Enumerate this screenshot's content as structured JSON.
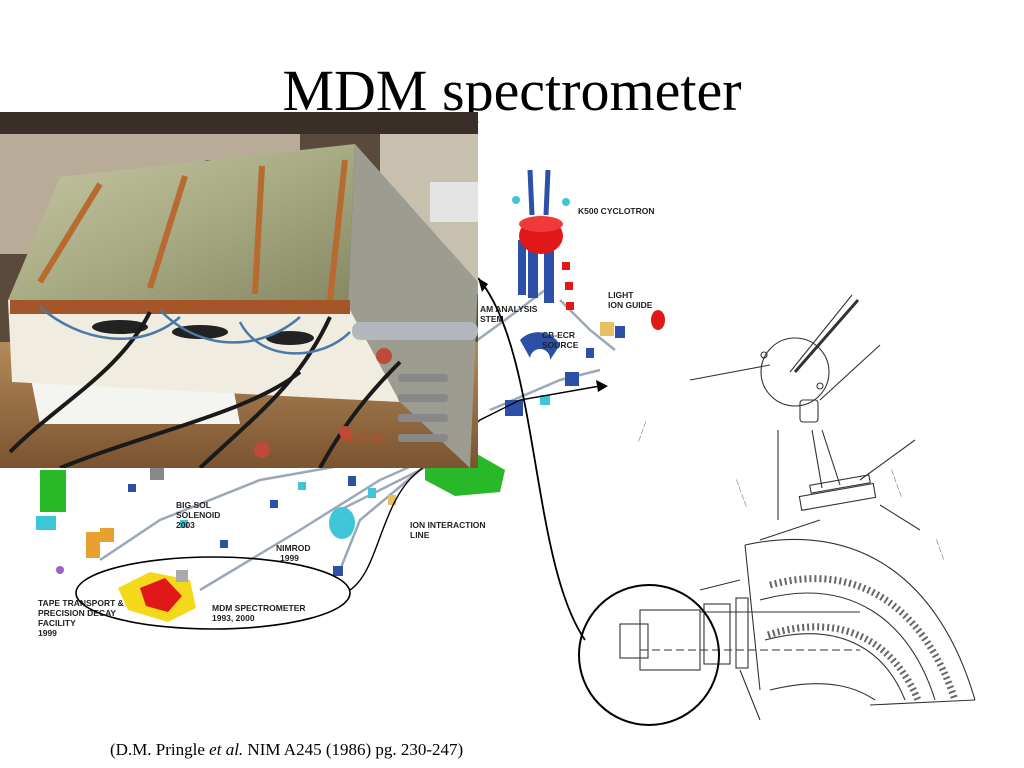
{
  "title": "MDM spectrometer",
  "citation": {
    "before": "(D.M. Pringle ",
    "italic": "et al.",
    "after": " NIM A245 (1986) pg. 230-247)"
  },
  "facility_labels": {
    "cyclotron": "K500 CYCLOTRON",
    "analysis_1": "AM ANALYSIS",
    "analysis_2": "STEM",
    "ion_guide_1": "LIGHT",
    "ion_guide_2": "ION GUIDE",
    "ecr_1": "CB-ECR",
    "ecr_2": "SOURCE",
    "bigsol_1": "BIG SOL",
    "bigsol_2": "SOLENOID",
    "bigsol_3": "2003",
    "ion_line_1": "ION INTERACTION",
    "ion_line_2": "LINE",
    "nimrod_1": "NIMROD",
    "nimrod_2": "1999",
    "mdm_1": "MDM SPECTROMETER",
    "mdm_2": "1993, 2000",
    "tape_1": "TAPE TRANSPORT &",
    "tape_2": "PRECISION DECAY",
    "tape_3": "FACILITY",
    "tape_4": "1999"
  },
  "photo": {
    "date_stamp": "8  6  2006"
  },
  "colors": {
    "magnet_red": "#e01818",
    "magnet_blue": "#2c4fa8",
    "cyan": "#3cc6d8",
    "green": "#28b828",
    "yellow": "#f4d81c"
  }
}
